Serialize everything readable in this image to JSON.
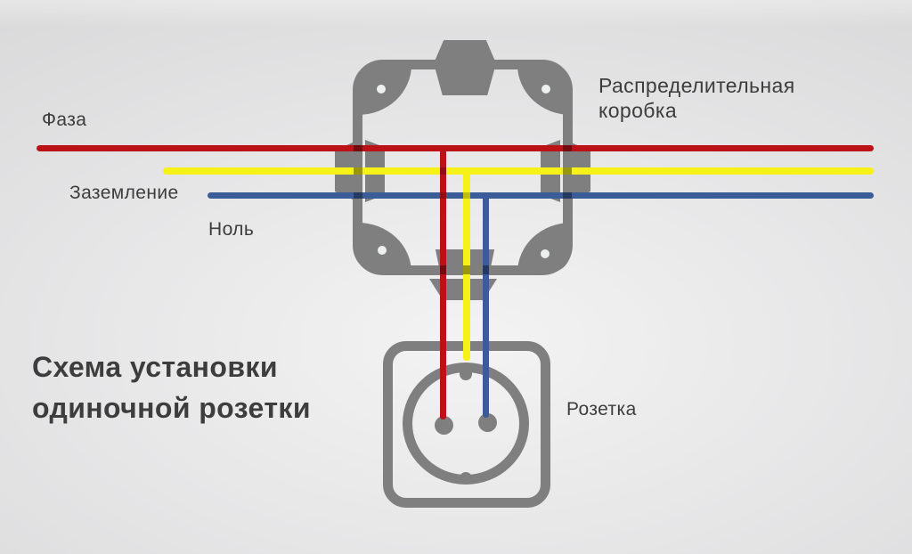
{
  "title": {
    "line1": "Схема установки",
    "line2": "одиночной розетки"
  },
  "labels": {
    "phase": "Фаза",
    "ground": "Заземление",
    "neutral": "Ноль",
    "junction_box_line1": "Распределительная",
    "junction_box_line2": "коробка",
    "socket": "Розетка"
  },
  "colors": {
    "phase_wire": "#bc1117",
    "ground_wire": "#f6f218",
    "neutral_wire": "#3a5c99",
    "hardware_gray": "#7f7f7f",
    "text_dark": "#3d3d3d",
    "background": "#e7e7e8"
  }
}
